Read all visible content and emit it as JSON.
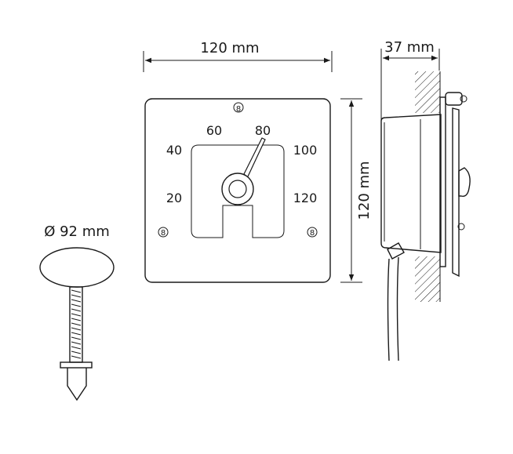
{
  "dimensions": {
    "front_width": "120 mm",
    "front_height": "120 mm",
    "side_depth": "37 mm",
    "probe_diameter": "Ø 92 mm"
  },
  "dial": {
    "scale_labels": [
      "20",
      "40",
      "60",
      "80",
      "100",
      "120"
    ],
    "needle_value": 80
  },
  "colors": {
    "stroke": "#1a1a1a",
    "background": "#ffffff"
  }
}
